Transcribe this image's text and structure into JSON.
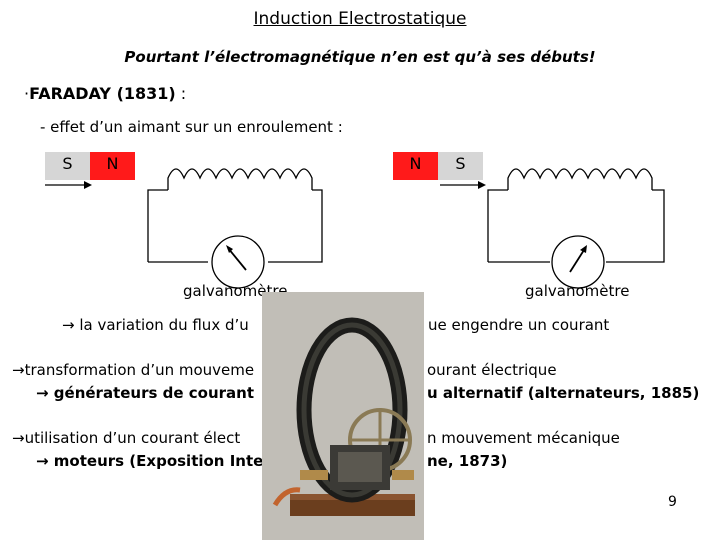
{
  "title": "Induction Electrostatique",
  "subtitle": "Pourtant l’électromagnétique n’en est qu’à ses débuts!",
  "faraday": {
    "bullet": "·",
    "name": "FARADAY (1831)",
    "colon": " :"
  },
  "effet_line": "- effet d’un aimant sur un enroulement :",
  "magnet_left": {
    "s_label": "S",
    "n_label": "N"
  },
  "magnet_right": {
    "n_label": "N",
    "s_label": "S"
  },
  "galvanometre_label": "galvanomètre",
  "line_variation": "la variation du flux d’u",
  "line_variation_end": "ue engendre un courant",
  "line_transformation": "transformation d’un mouveme",
  "line_transformation_end": "ourant électrique",
  "line_generateurs": "générateurs de courant",
  "line_generateurs_end": "u alternatif (alternateurs, 1885)",
  "line_utilisation": "utilisation d’un courant élect",
  "line_utilisation_end": "n mouvement mécanique",
  "line_moteurs": "moteurs (Exposition Inte",
  "line_moteurs_end": "ne, 1873)",
  "page_number": "9",
  "colors": {
    "magnet_red": "#ff1a1a",
    "magnet_gray": "#d6d6d6"
  },
  "icons": {
    "arrow": "right-arrow-icon",
    "implies": "implies-arrow-icon"
  }
}
